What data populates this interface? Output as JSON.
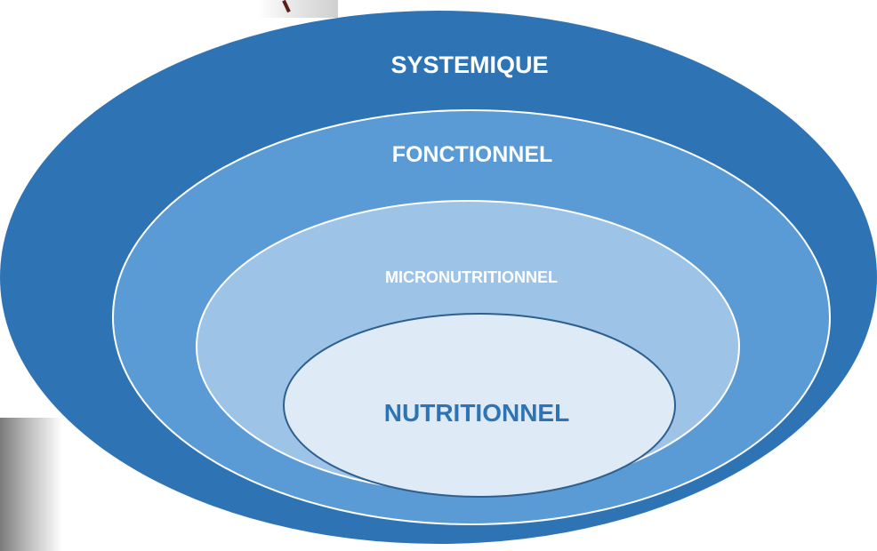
{
  "layers": [
    {
      "key": "systemic",
      "label": "SYSTEMIQUE",
      "fill": "#2e74b5",
      "stroke": "#2e74b5",
      "text_color": "#ffffff"
    },
    {
      "key": "functional",
      "label": "FONCTIONNEL",
      "fill": "#5b9bd5",
      "stroke": "#ffffff",
      "text_color": "#ffffff"
    },
    {
      "key": "micronutritional",
      "label": "MICRONUTRITIONNEL",
      "fill": "#9dc3e6",
      "stroke": "#ffffff",
      "text_color": "#ffffff"
    },
    {
      "key": "nutritional",
      "label": "NUTRITIONNEL",
      "fill": "#deebf7",
      "stroke": "#2f5f8f",
      "text_color": "#2e74b5"
    }
  ]
}
